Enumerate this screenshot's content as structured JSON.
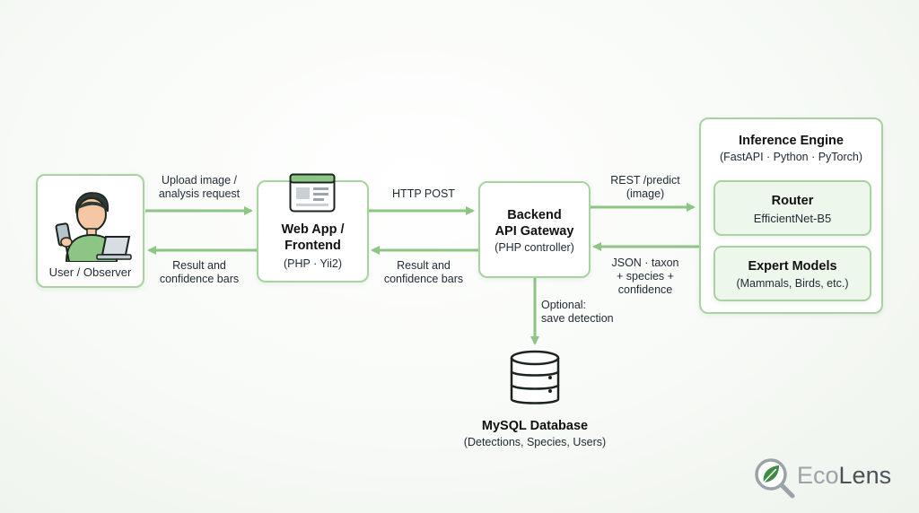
{
  "nodes": {
    "user": {
      "label": "User / Observer"
    },
    "webapp": {
      "title_lines": [
        "Web App /",
        "Frontend"
      ],
      "subtitle": "(PHP · Yii2)"
    },
    "gateway": {
      "title_lines": [
        "Backend",
        "API Gateway"
      ],
      "subtitle": "(PHP controller)"
    },
    "engine": {
      "title": "Inference Engine",
      "subtitle": "(FastAPI · Python · PyTorch)",
      "router": {
        "title": "Router",
        "subtitle": "EfficientNet-B5"
      },
      "experts": {
        "title": "Expert Models",
        "subtitle": "(Mammals, Birds, etc.)"
      }
    },
    "database": {
      "title": "MySQL Database",
      "subtitle": "(Detections, Species, Users)"
    }
  },
  "edges": {
    "upload": [
      "Upload image /",
      "analysis request"
    ],
    "result_to_user": [
      "Result and",
      "confidence bars"
    ],
    "http_post": [
      "HTTP POST"
    ],
    "result_to_web": [
      "Result and",
      "confidence bars"
    ],
    "rest_predict": [
      "REST /predict",
      "(image)"
    ],
    "json_return": [
      "JSON · taxon",
      "+ species +",
      "confidence"
    ],
    "save": [
      "Optional:",
      "save detection"
    ]
  },
  "brand": {
    "eco": "Eco",
    "lens": "Lens"
  },
  "colors": {
    "accent": "#8cc584",
    "border": "#a7d39f",
    "arrow": "#8cc584"
  }
}
